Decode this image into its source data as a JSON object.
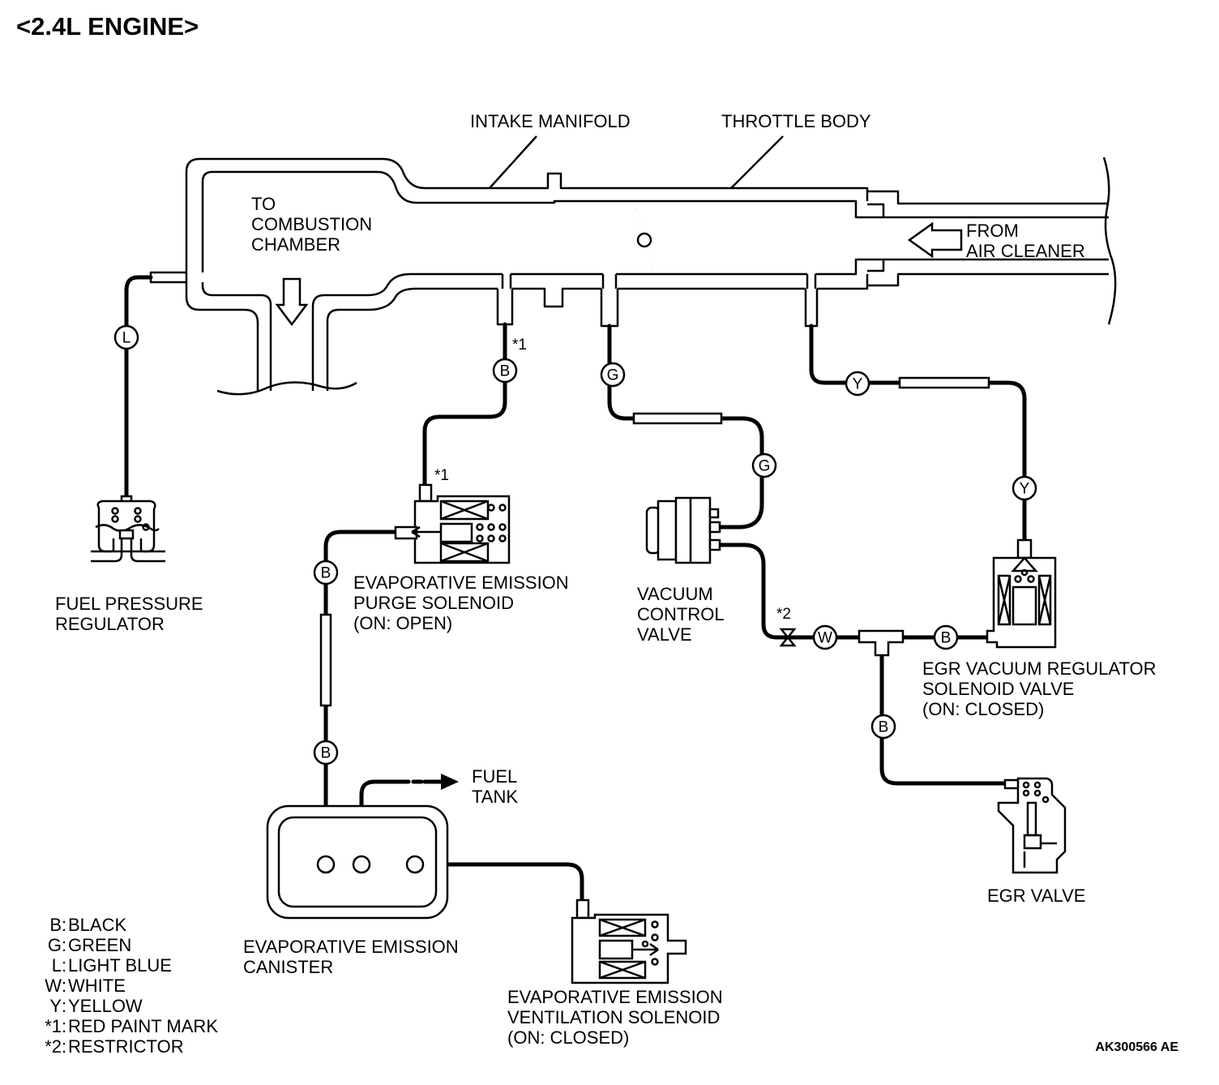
{
  "title": "<2.4L ENGINE>",
  "figure_code": "AK300566 AE",
  "labels": {
    "intake_manifold": "INTAKE MANIFOLD",
    "throttle_body": "THROTTLE BODY",
    "to_combustion": [
      "TO",
      "COMBUSTION",
      "CHAMBER"
    ],
    "from_air_cleaner": [
      "FROM",
      "AIR CLEANER"
    ],
    "fuel_pressure_regulator": [
      "FUEL PRESSURE",
      "REGULATOR"
    ],
    "purge_solenoid": [
      "EVAPORATIVE EMISSION",
      "PURGE SOLENOID",
      "(ON: OPEN)"
    ],
    "vacuum_control_valve": [
      "VACUUM",
      "CONTROL",
      "VALVE"
    ],
    "egr_solenoid": [
      "EGR VACUUM REGULATOR",
      "SOLENOID VALVE",
      "(ON: CLOSED)"
    ],
    "egr_valve": "EGR VALVE",
    "canister": [
      "EVAPORATIVE EMISSION",
      "CANISTER"
    ],
    "fuel_tank": [
      "FUEL",
      "TANK"
    ],
    "ventilation_solenoid": [
      "EVAPORATIVE EMISSION",
      "VENTILATION SOLENOID",
      "(ON: CLOSED)"
    ]
  },
  "hose_tags": {
    "L": "L",
    "B": "B",
    "G": "G",
    "W": "W",
    "Y": "Y"
  },
  "markers": {
    "red_paint": "*1",
    "restrictor": "*2"
  },
  "legend": [
    {
      "key": "B",
      "value": "BLACK"
    },
    {
      "key": "G",
      "value": "GREEN"
    },
    {
      "key": "L",
      "value": "LIGHT BLUE"
    },
    {
      "key": "W",
      "value": "WHITE"
    },
    {
      "key": "Y",
      "value": "YELLOW"
    },
    {
      "key": "*1",
      "value": "RED PAINT MARK"
    },
    {
      "key": "*2",
      "value": "RESTRICTOR"
    }
  ]
}
